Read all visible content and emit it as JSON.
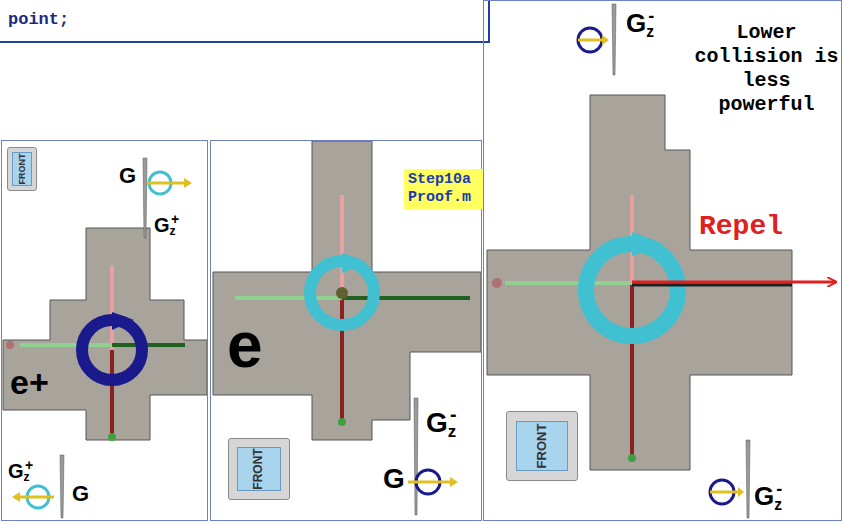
{
  "diagram": {
    "nodes": [
      {
        "text": [
          "point;"
        ]
      },
      {
        "text": [
          "G",
          "Gz+",
          "e+",
          "Gz+",
          "G"
        ]
      },
      {
        "text": [
          "FRONT"
        ],
        "in": 1
      },
      {
        "text": [
          "e",
          "Gz-",
          "G"
        ]
      },
      {
        "text": [
          "Step10a Proof.m"
        ],
        "in": 3
      },
      {
        "text": [
          "FRONT"
        ],
        "in": 3
      },
      {
        "text": [
          "Gz-",
          "Lower collision is less powerful",
          "Repel",
          "Gz-"
        ]
      },
      {
        "text": [
          "FRONT"
        ],
        "in": 6
      }
    ]
  }
}
